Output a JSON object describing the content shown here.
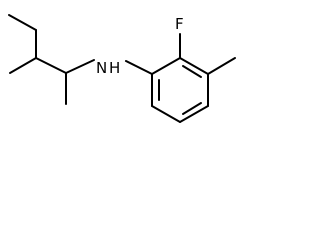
{
  "structure": {
    "atom_labels": {
      "fluorine": "F",
      "nitrogen": "N",
      "hydrogen": "H"
    }
  }
}
